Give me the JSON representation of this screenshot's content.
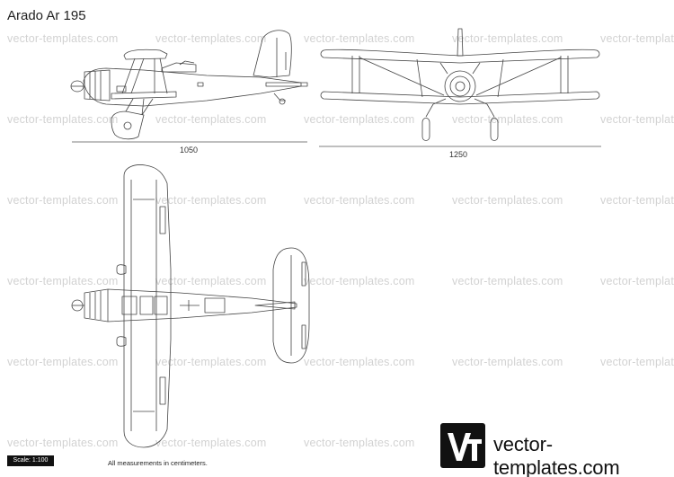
{
  "title": "Arado Ar 195",
  "watermark": "vector-templates.com",
  "dimensions": {
    "side_length": "1050",
    "front_span": "1250"
  },
  "scale_label": "Scale: 1:100",
  "note": "All measurements in centimeters.",
  "logo": {
    "mark": "VT",
    "site": "vector-templates.com"
  },
  "colors": {
    "line": "#444444",
    "watermark": "#d2d2d2",
    "logo": "#111111"
  }
}
